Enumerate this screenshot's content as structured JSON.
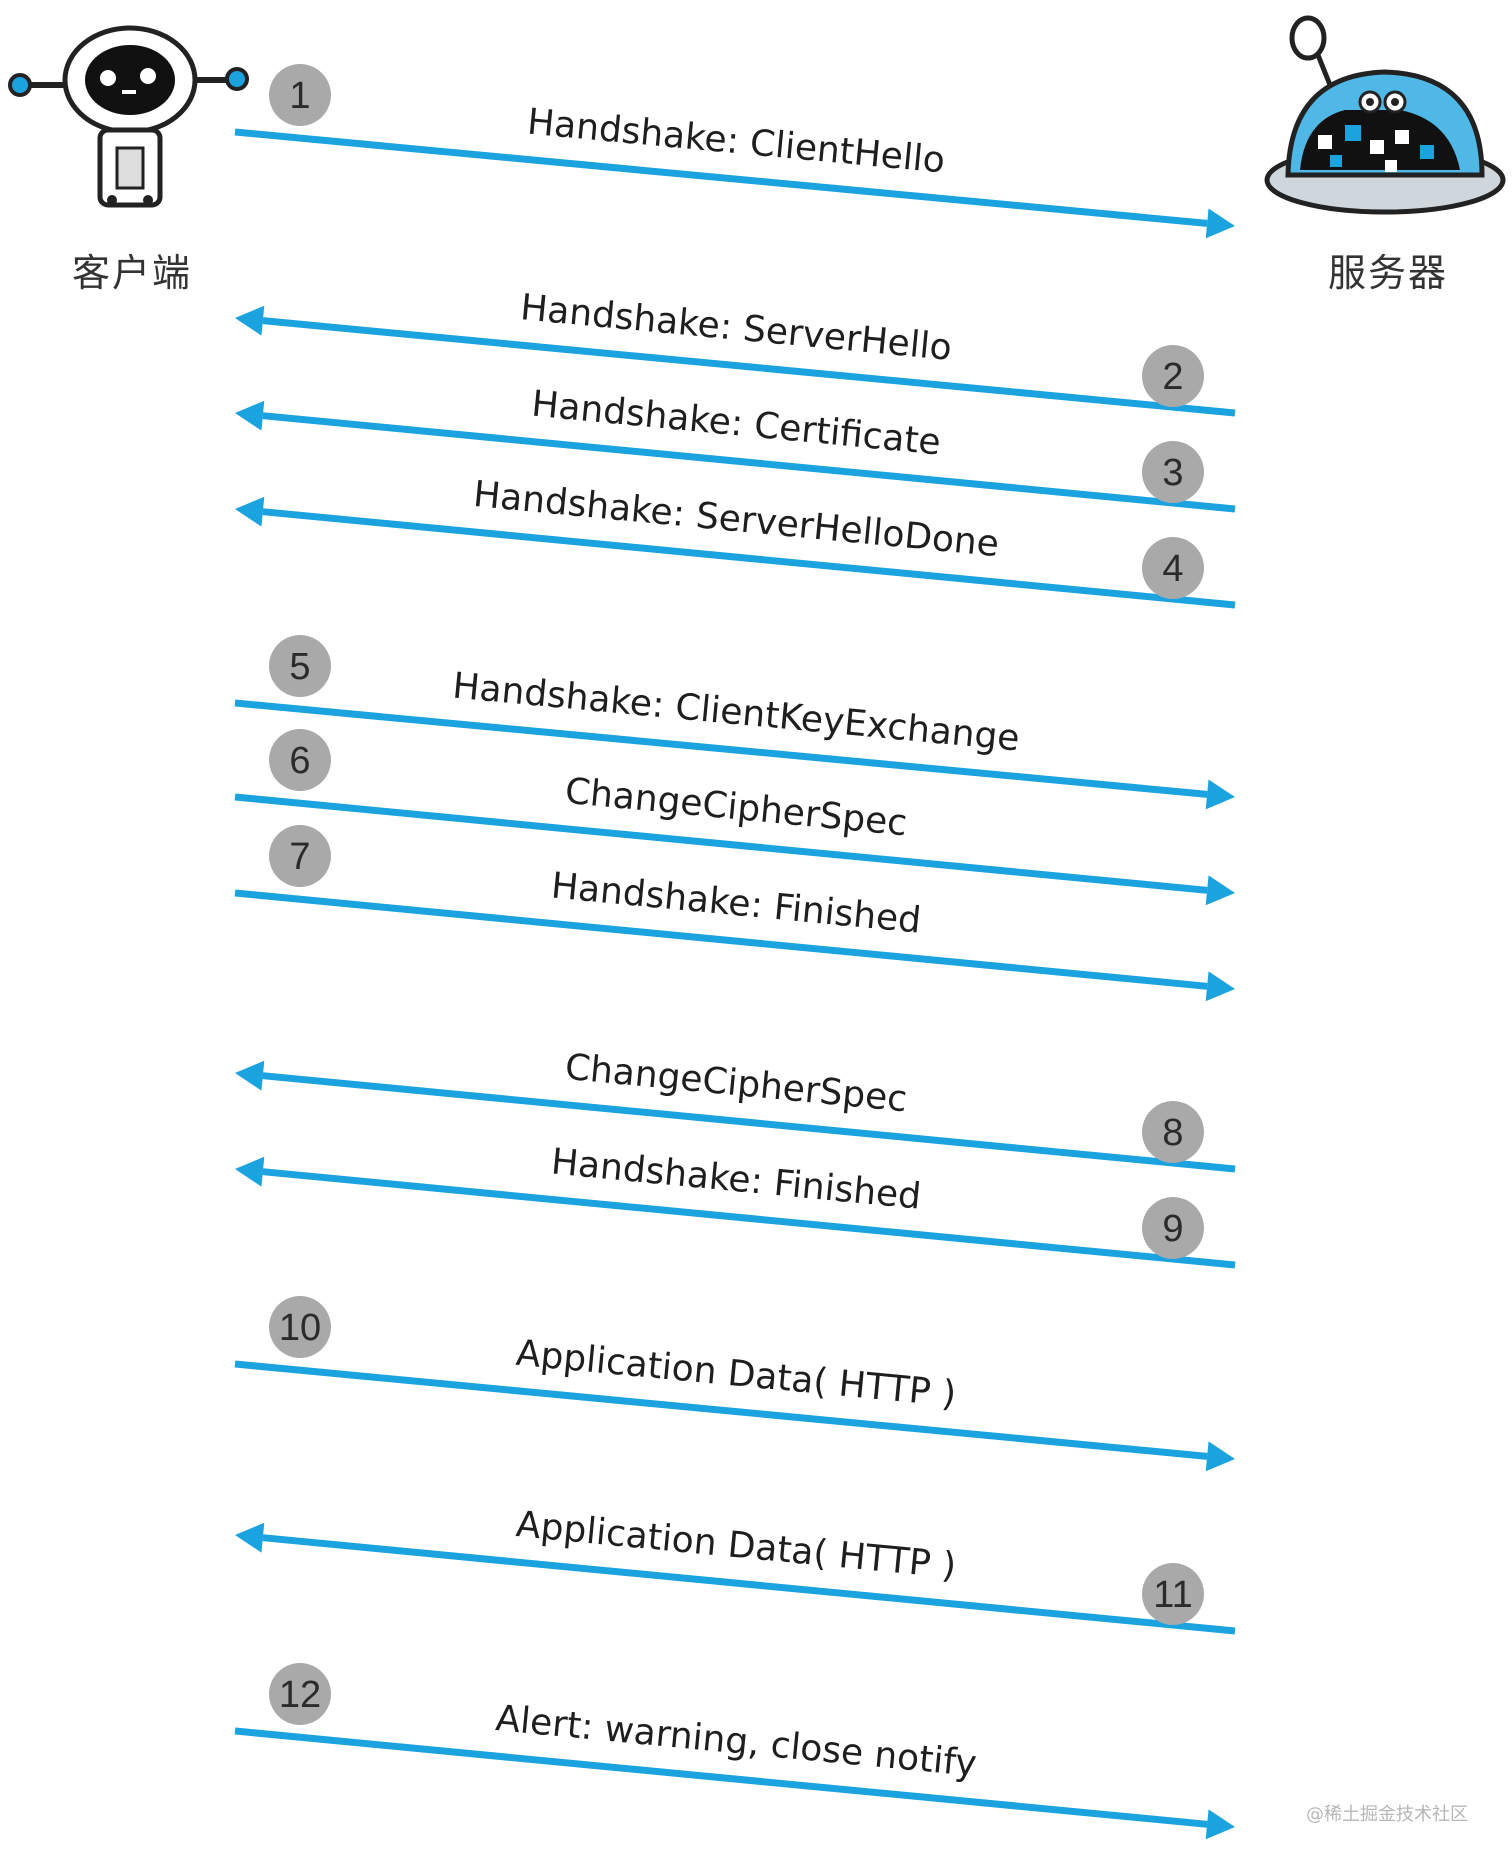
{
  "actors": {
    "client": {
      "label": "客户端",
      "icon": "client-robot-icon"
    },
    "server": {
      "label": "服务器",
      "icon": "server-robot-icon"
    }
  },
  "colors": {
    "arrow": "#1aa3df",
    "badge": "#a9a9a9",
    "text": "#1e1e1e"
  },
  "messages": [
    {
      "n": "1",
      "dir": "client-to-server",
      "label": "Handshake: ClientHello"
    },
    {
      "n": "2",
      "dir": "server-to-client",
      "label": "Handshake: ServerHello"
    },
    {
      "n": "3",
      "dir": "server-to-client",
      "label": "Handshake: Certificate"
    },
    {
      "n": "4",
      "dir": "server-to-client",
      "label": "Handshake: ServerHelloDone"
    },
    {
      "n": "5",
      "dir": "client-to-server",
      "label": "Handshake: ClientKeyExchange"
    },
    {
      "n": "6",
      "dir": "client-to-server",
      "label": "ChangeCipherSpec"
    },
    {
      "n": "7",
      "dir": "client-to-server",
      "label": "Handshake: Finished"
    },
    {
      "n": "8",
      "dir": "server-to-client",
      "label": "ChangeCipherSpec"
    },
    {
      "n": "9",
      "dir": "server-to-client",
      "label": "Handshake: Finished"
    },
    {
      "n": "10",
      "dir": "client-to-server",
      "label": "Application Data( HTTP )"
    },
    {
      "n": "11",
      "dir": "server-to-client",
      "label": "Application Data( HTTP )"
    },
    {
      "n": "12",
      "dir": "client-to-server",
      "label": "Alert: warning, close notify"
    }
  ],
  "watermark": "@稀土掘金技术社区"
}
